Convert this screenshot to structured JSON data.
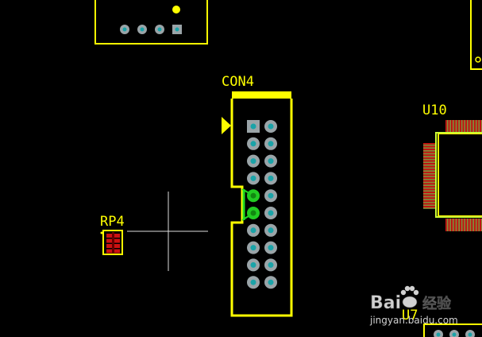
{
  "colors": {
    "background": "#000000",
    "silkscreen": "#ffff00",
    "pad_ring": "#9aa4a8",
    "pad_hole": "#1aa3a8",
    "highlight_pad": "#22cc22",
    "highlight_trace": "#22dd22",
    "smd_pad": "#cc1111",
    "smd_stripe": "#8a8a3a",
    "crosshair": "#dddddd",
    "watermark": "#e8e8e8"
  },
  "components": {
    "con4": {
      "designator": "CON4",
      "pin_rows": 10,
      "pin_cols": 2,
      "highlighted_pins": [
        10,
        12
      ]
    },
    "rp4": {
      "designator": "RP4"
    },
    "u10": {
      "designator": "U10"
    },
    "u7": {
      "designator": "U7"
    }
  },
  "watermark": {
    "brand_latin": "Bai",
    "brand_cn": "经验",
    "url": "jingyan.baidu.com",
    "icon": "paw-icon"
  }
}
